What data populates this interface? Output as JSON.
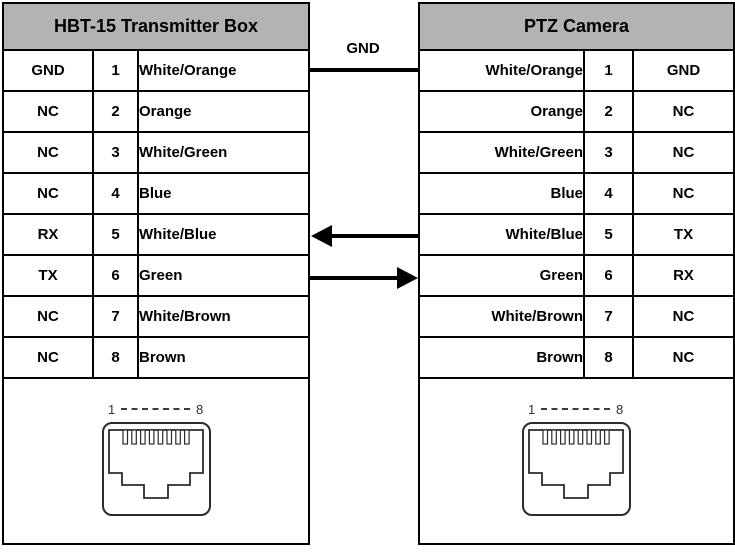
{
  "left_table": {
    "title": "HBT-15 Transmitter Box",
    "rows": [
      {
        "signal": "GND",
        "pin": "1",
        "color": "White/Orange"
      },
      {
        "signal": "NC",
        "pin": "2",
        "color": "Orange"
      },
      {
        "signal": "NC",
        "pin": "3",
        "color": "White/Green"
      },
      {
        "signal": "NC",
        "pin": "4",
        "color": "Blue"
      },
      {
        "signal": "RX",
        "pin": "5",
        "color": "White/Blue"
      },
      {
        "signal": "TX",
        "pin": "6",
        "color": "Green"
      },
      {
        "signal": "NC",
        "pin": "7",
        "color": "White/Brown"
      },
      {
        "signal": "NC",
        "pin": "8",
        "color": "Brown"
      }
    ],
    "connector": {
      "pin_first": "1",
      "pin_last": "8"
    }
  },
  "right_table": {
    "title": "PTZ Camera",
    "rows": [
      {
        "color": "White/Orange",
        "pin": "1",
        "signal": "GND"
      },
      {
        "color": "Orange",
        "pin": "2",
        "signal": "NC"
      },
      {
        "color": "White/Green",
        "pin": "3",
        "signal": "NC"
      },
      {
        "color": "Blue",
        "pin": "4",
        "signal": "NC"
      },
      {
        "color": "White/Blue",
        "pin": "5",
        "signal": "TX"
      },
      {
        "color": "Green",
        "pin": "6",
        "signal": "RX"
      },
      {
        "color": "White/Brown",
        "pin": "7",
        "signal": "NC"
      },
      {
        "color": "Brown",
        "pin": "8",
        "signal": "NC"
      }
    ],
    "connector": {
      "pin_first": "1",
      "pin_last": "8"
    }
  },
  "connections": {
    "gnd_label": "GND"
  },
  "colors": {
    "header_bg": "#b3b3b3",
    "border": "#000000",
    "arrow": "#000000",
    "connector_outline": "#2b2b2b"
  }
}
